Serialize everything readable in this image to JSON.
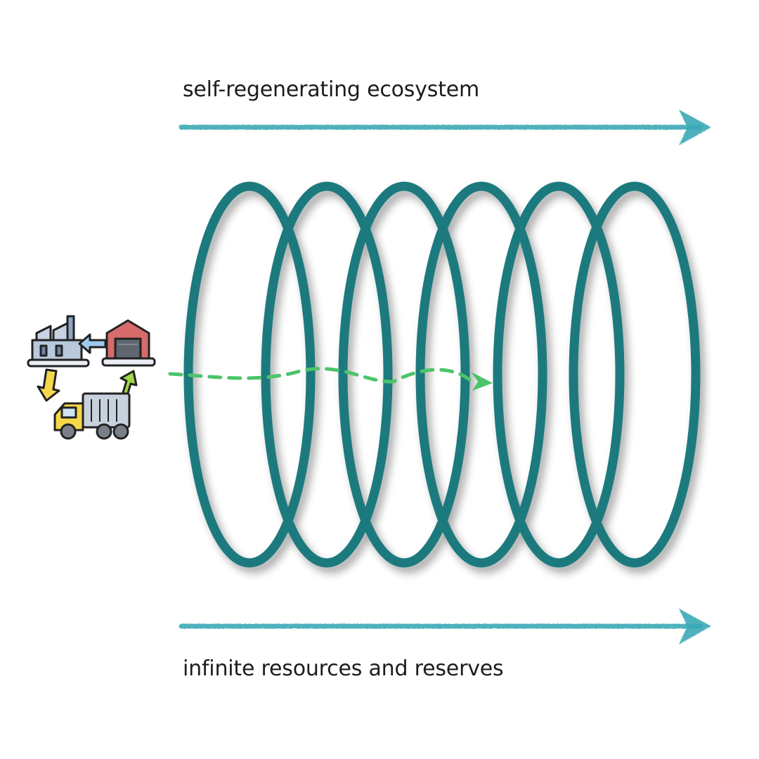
{
  "labels": {
    "top": "self-regenerating ecosystem",
    "bottom": "infinite resources and reserves"
  },
  "colors": {
    "arrow": "#3aaab6",
    "rings": "#1f7a7e",
    "flow": "#4cc46a",
    "background": "#ffffff"
  },
  "icons": {
    "cycle": "supply-chain-cycle-icon",
    "factory": "factory-icon",
    "warehouse": "warehouse-icon",
    "truck": "delivery-truck-icon"
  },
  "diagram": {
    "ring_count": 6,
    "direction": "left-to-right"
  }
}
